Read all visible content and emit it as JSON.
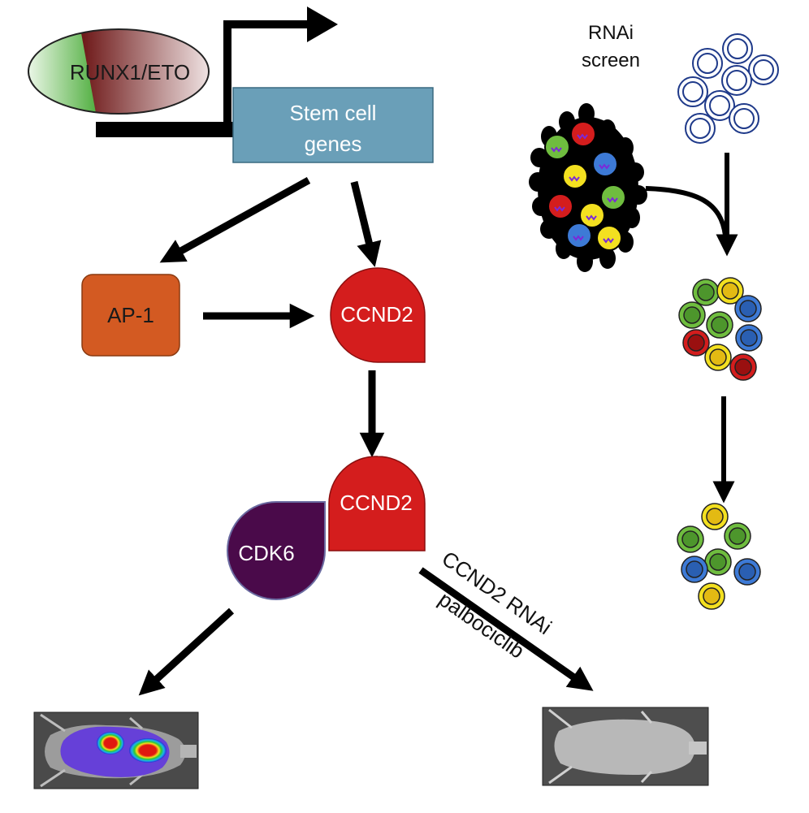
{
  "diagram": {
    "runx_label": "RUNX1/ETO",
    "stem_line1": "Stem cell",
    "stem_line2": "genes",
    "ap1_label": "AP-1",
    "ccnd2_label_1": "CCND2",
    "ccnd2_label_2": "CCND2",
    "cdk6_label": "CDK6",
    "treatment_line1": "CCND2 RNAi",
    "treatment_line2": "palbociclib",
    "rnai_line1": "RNAi",
    "rnai_line2": "screen"
  },
  "colors": {
    "stem_box": "#6a9fb8",
    "ap1": "#d35a22",
    "ccnd2": "#d41d1d",
    "cdk6": "#4a0a4a",
    "runx_green": "#4fae3e",
    "runx_maroon": "#6b1414",
    "cell_outline": "#1f3a8a",
    "cell_green": "#6fbd3f",
    "cell_yellow": "#f3e020",
    "cell_blue": "#3d7ad6",
    "cell_red": "#d41d1d"
  }
}
